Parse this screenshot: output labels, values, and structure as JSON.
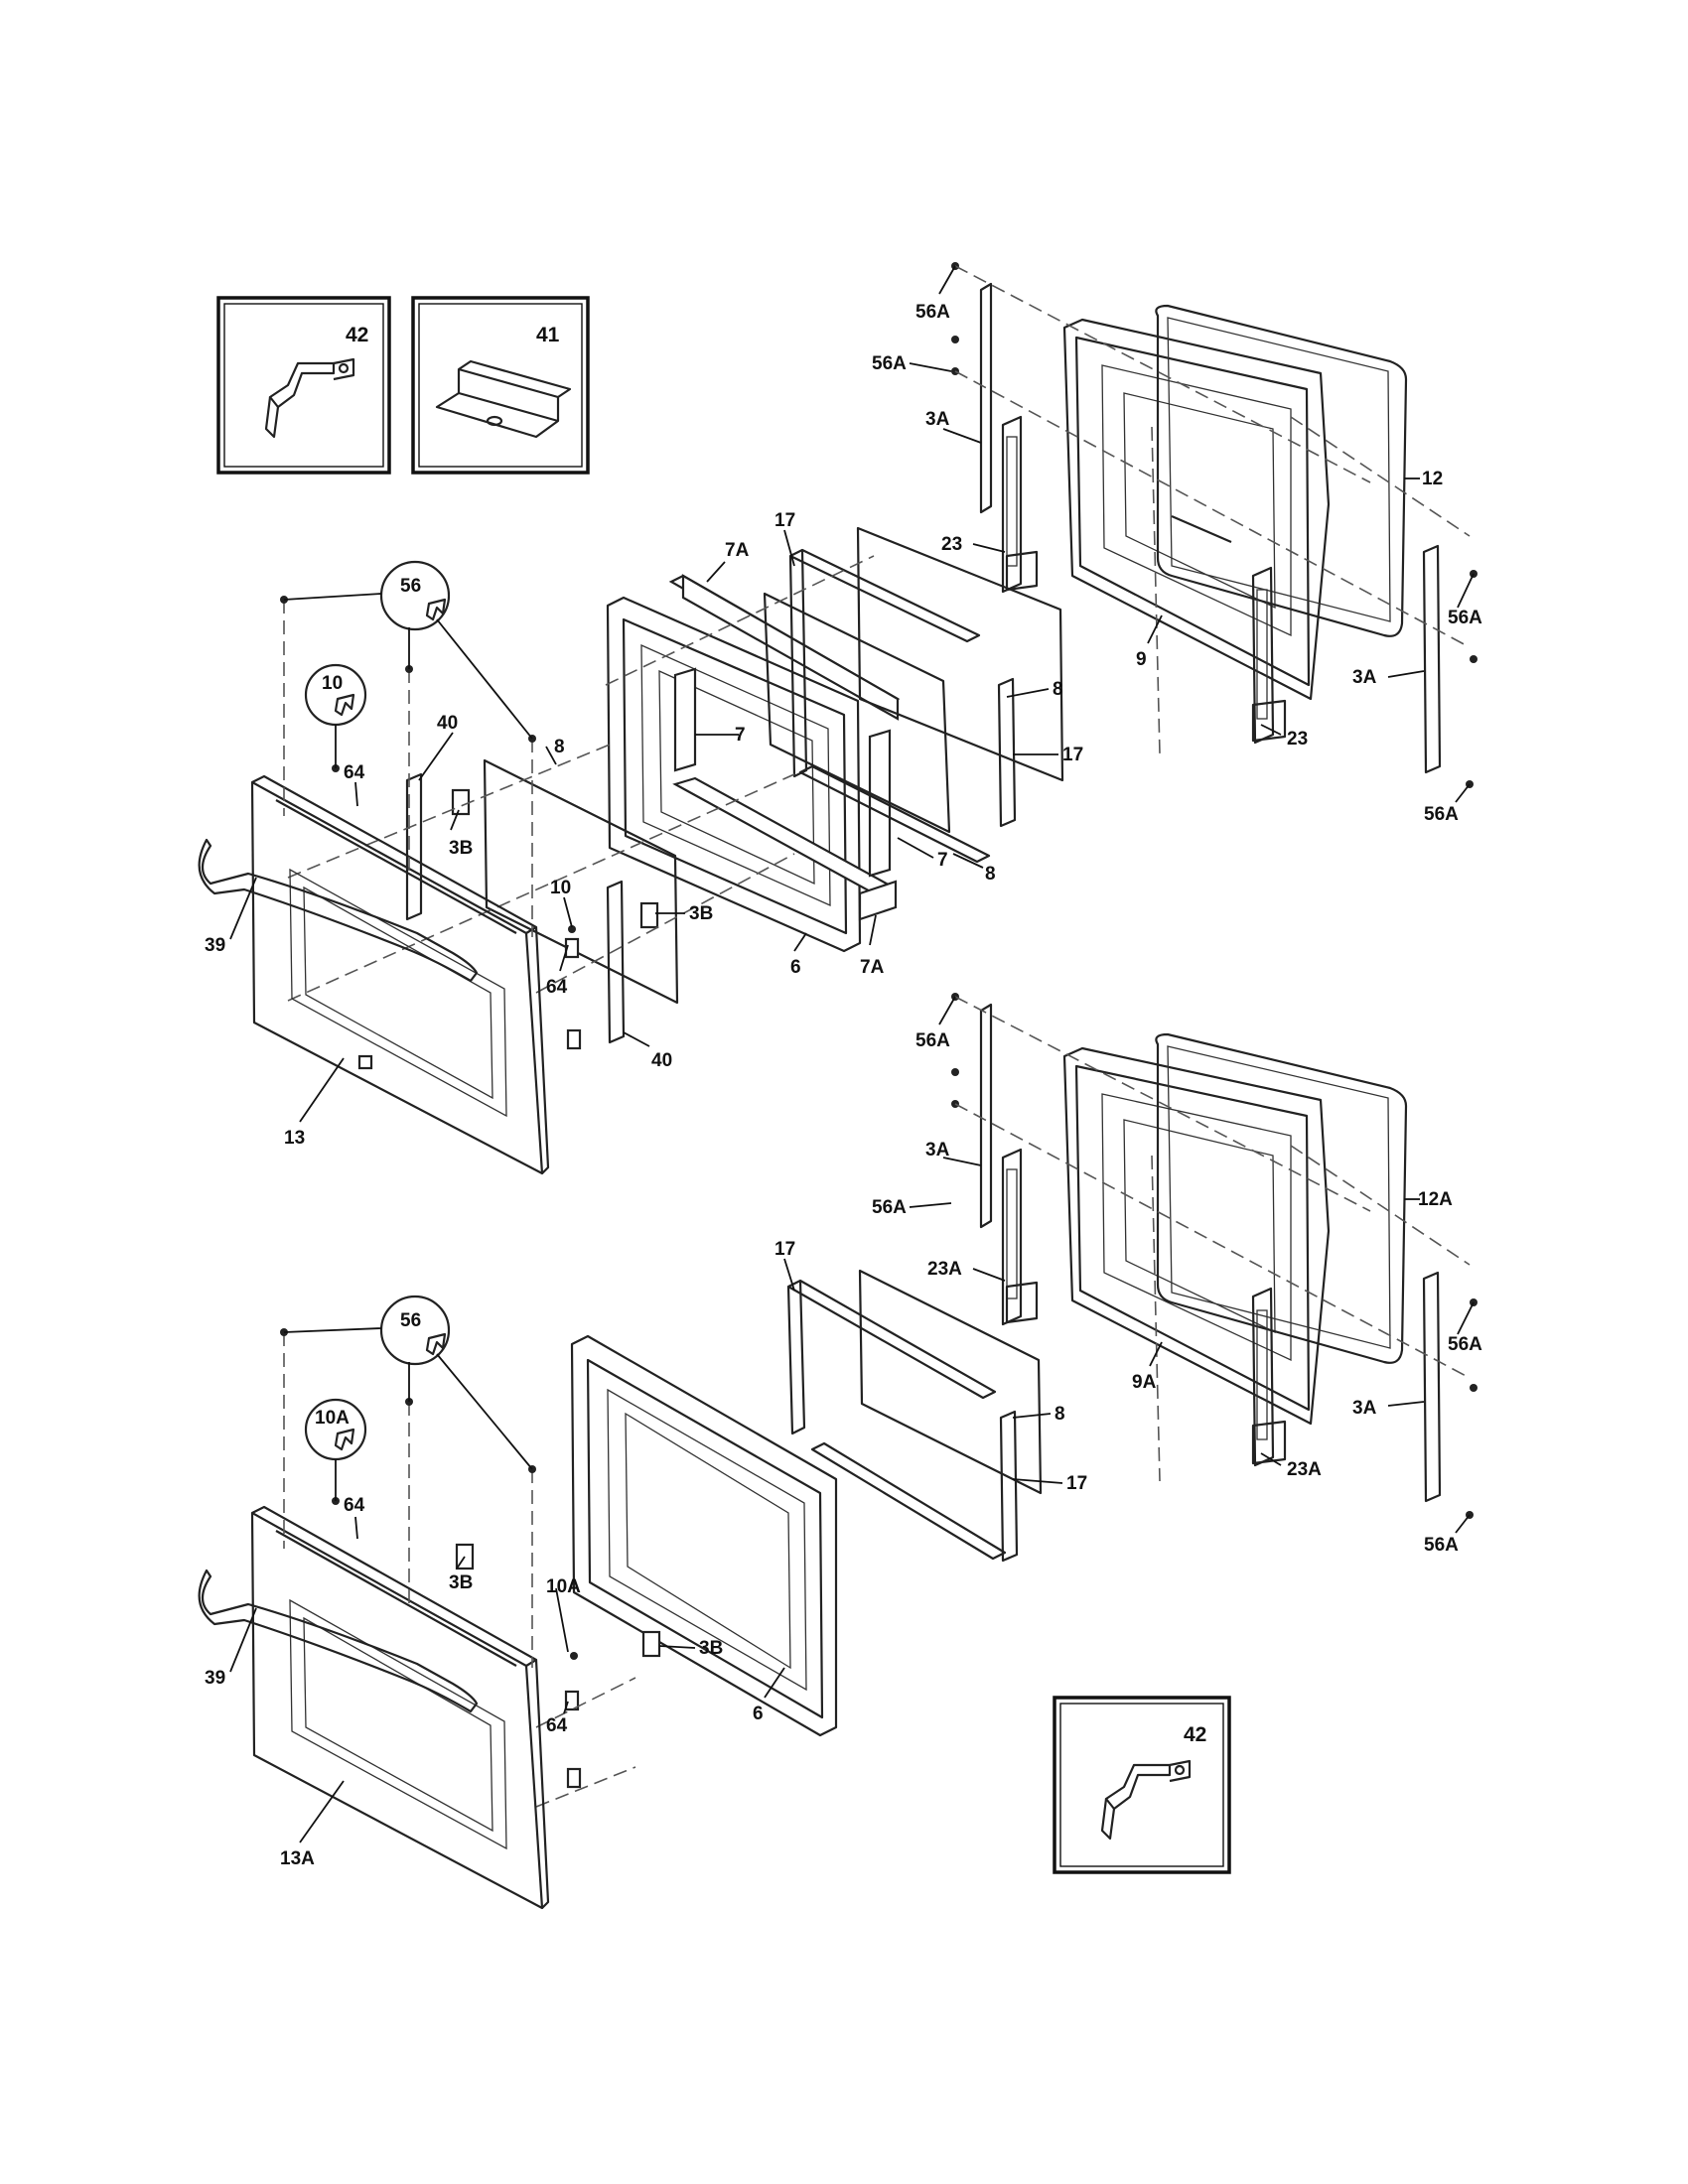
{
  "insets": [
    {
      "id": "inset-42-top",
      "label": "42"
    },
    {
      "id": "inset-41",
      "label": "41"
    },
    {
      "id": "inset-42-bottom",
      "label": "42"
    }
  ],
  "callouts": {
    "top_door": {
      "screw_56": "56",
      "screw_10": "10"
    },
    "bottom_door": {
      "screw_56": "56",
      "screw_10a": "10A"
    }
  },
  "labels": {
    "u_56a_1": "56A",
    "u_3a_1": "3A",
    "u_56a_2": "56A",
    "u_23_1": "23",
    "u_12": "12",
    "u_56a_3": "56A",
    "u_3a_2": "3A",
    "u_56a_4": "56A",
    "u_9": "9",
    "u_23_2": "23",
    "t_17": "17",
    "t_7a_1": "7A",
    "t_7_1": "7",
    "t_8_1": "8",
    "t_8_2": "8",
    "t_17_2": "17",
    "t_7_2": "7",
    "t_8_3": "8",
    "t_6": "6",
    "t_7a_2": "7A",
    "t_40_1": "40",
    "t_64_1": "64",
    "t_3b_1": "3B",
    "t_10": "10",
    "t_3b_2": "3B",
    "t_64_2": "64",
    "t_40_2": "40",
    "t_39": "39",
    "t_13": "13",
    "m_56a_1": "56A",
    "m_3a_1": "3A",
    "m_56a_2": "56A",
    "m_23a_1": "23A",
    "m_12a": "12A",
    "m_56a_3": "56A",
    "m_3a_2": "3A",
    "m_56a_4": "56A",
    "m_9a": "9A",
    "m_23a_2": "23A",
    "b_17_1": "17",
    "b_8": "8",
    "b_17_2": "17",
    "b_6": "6",
    "b_64_1": "64",
    "b_3b_1": "3B",
    "b_10a": "10A",
    "b_3b_2": "3B",
    "b_64_2": "64",
    "b_39": "39",
    "b_13a": "13A"
  }
}
